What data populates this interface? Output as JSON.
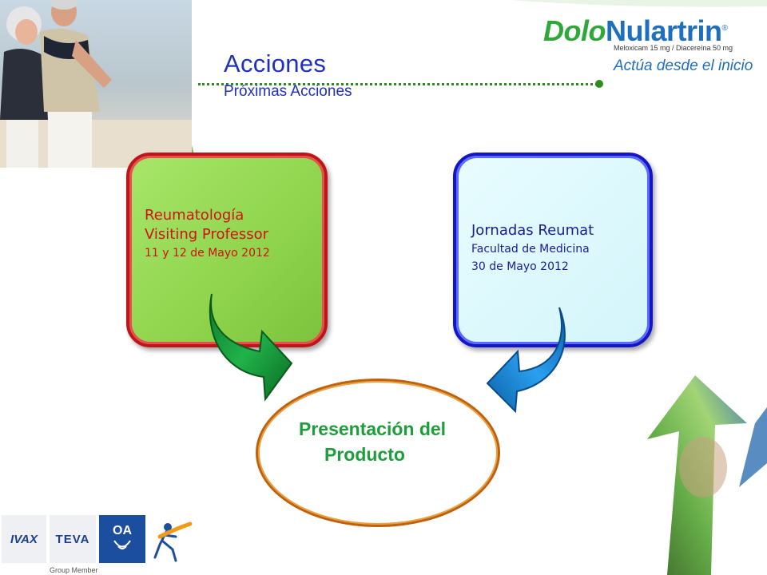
{
  "header": {
    "title": "Acciones",
    "subtitle": "Próximas Acciones"
  },
  "brand": {
    "name_part1": "Dolo",
    "name_part2": "Nulartrin",
    "registered": "®",
    "dose": "Meloxicam 15 mg / Diacereína 50 mg",
    "tagline": "Actúa desde el inicio",
    "colors": {
      "green": "#2fa83a",
      "blue": "#1f6fc0"
    }
  },
  "left_box": {
    "line1": "Reumatología",
    "line2": "Visiting Professor",
    "line3": "11 y 12 de Mayo 2012"
  },
  "right_box": {
    "line1": "Jornadas Reumat",
    "line2": "Facultad de Medicina",
    "line3": "30 de Mayo 2012"
  },
  "center": {
    "line1": "Presentación del",
    "line2": "Producto"
  },
  "footer_logos": {
    "ivax": "IVAX",
    "teva": "TEVA",
    "oa": "OA",
    "group_member": "Group Member"
  }
}
